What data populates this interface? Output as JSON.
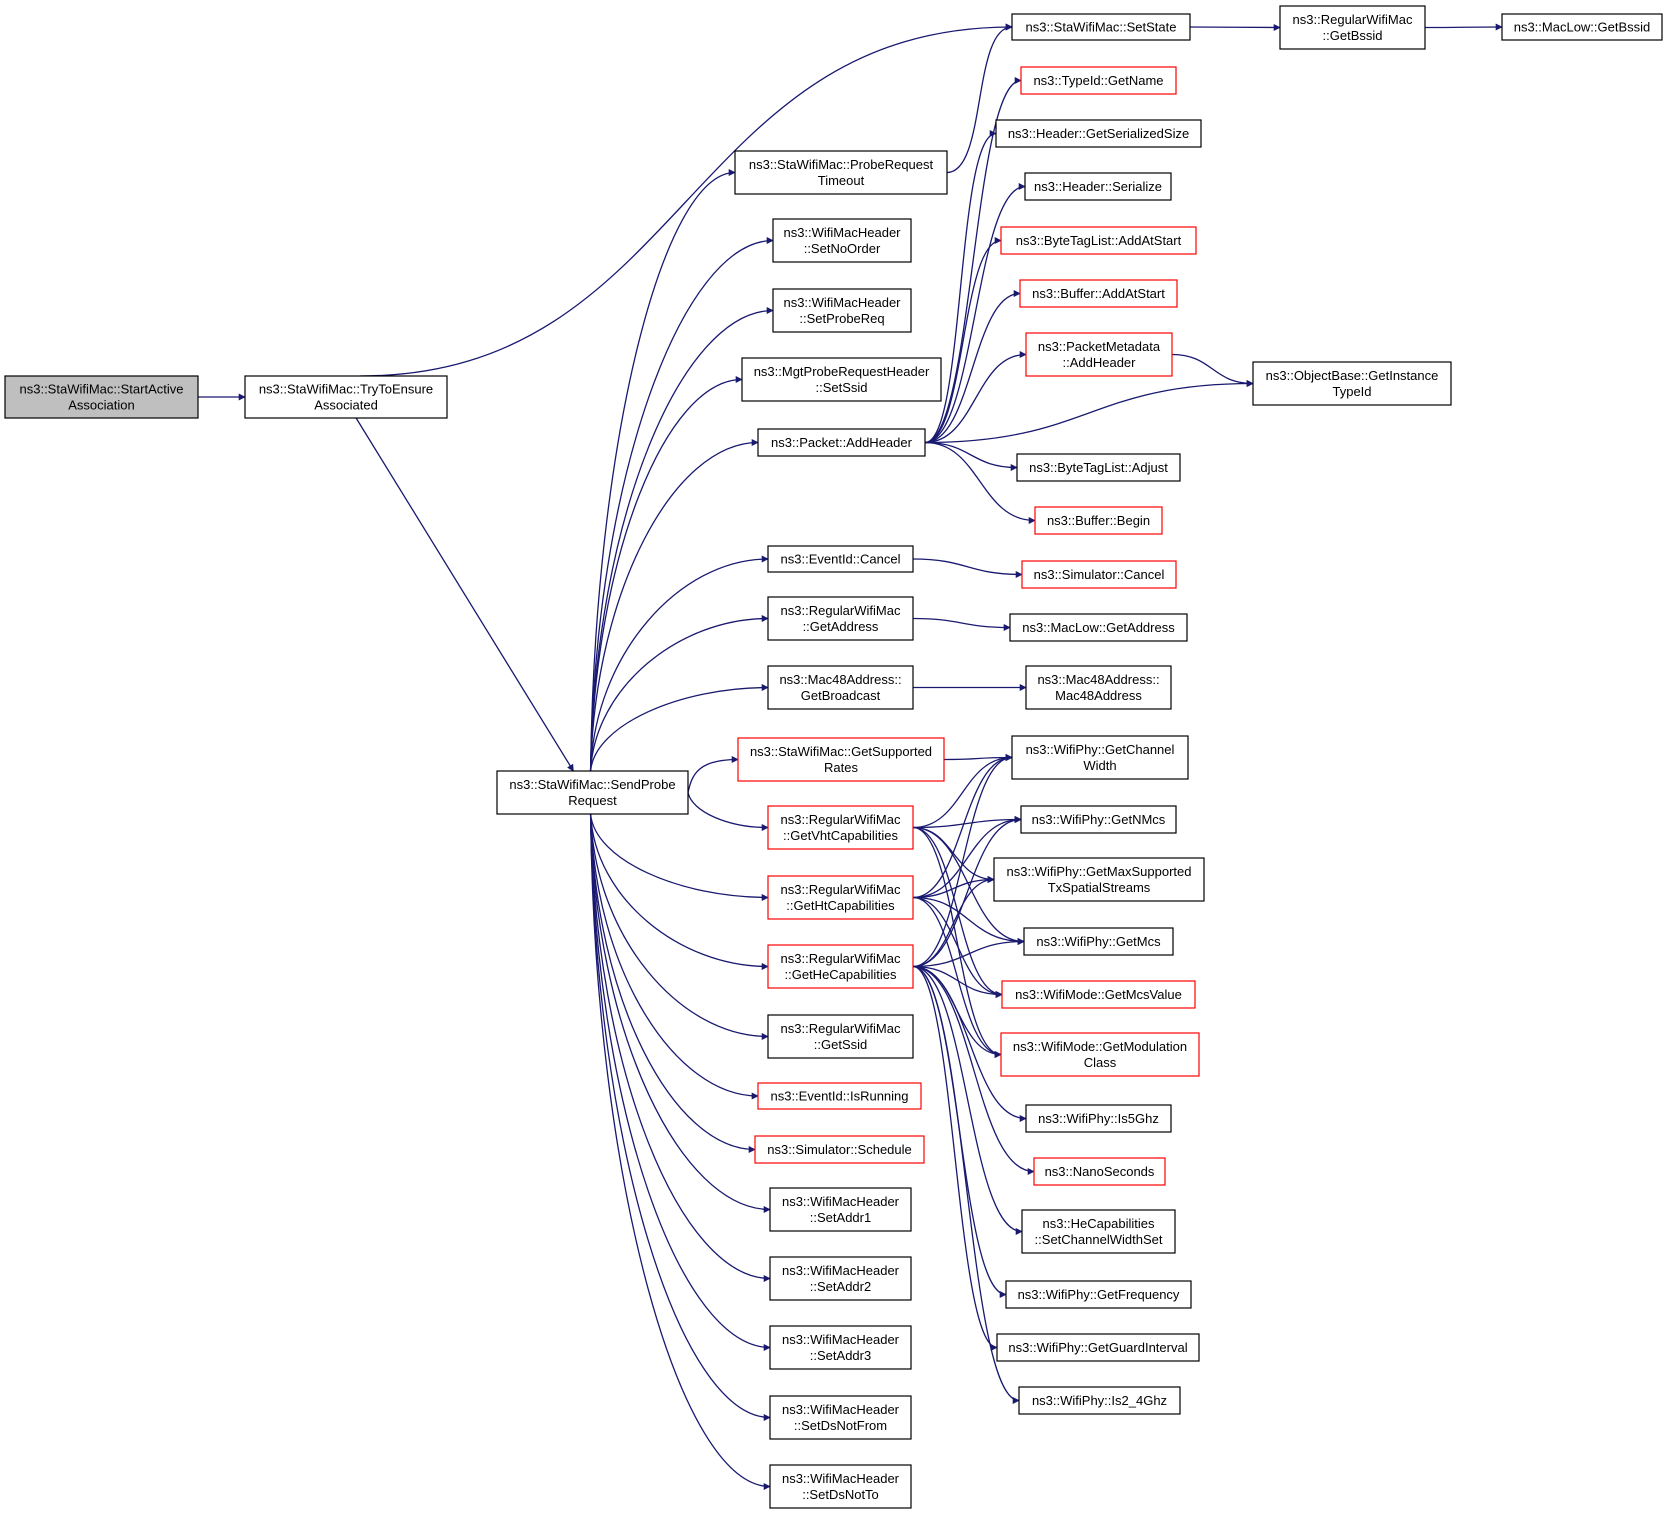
{
  "colors": {
    "edge": "#191970",
    "border_normal": "#000000",
    "border_truncated": "#ff0000",
    "root_fill": "#bfbfbf",
    "node_fill": "#ffffff"
  },
  "nodes": [
    {
      "id": "start",
      "lines": [
        "ns3::StaWifiMac::StartActive",
        "Association"
      ],
      "kind": "root"
    },
    {
      "id": "tryto",
      "lines": [
        "ns3::StaWifiMac::TryToEnsure",
        "Associated"
      ],
      "kind": "normal"
    },
    {
      "id": "sendprobe",
      "lines": [
        "ns3::StaWifiMac::SendProbe",
        "Request"
      ],
      "kind": "normal"
    },
    {
      "id": "setstate",
      "lines": [
        "ns3::StaWifiMac::SetState"
      ],
      "kind": "normal"
    },
    {
      "id": "rwm_getbssid",
      "lines": [
        "ns3::RegularWifiMac",
        "::GetBssid"
      ],
      "kind": "normal"
    },
    {
      "id": "maclow_getbssid",
      "lines": [
        "ns3::MacLow::GetBssid"
      ],
      "kind": "normal"
    },
    {
      "id": "probetimeout",
      "lines": [
        "ns3::StaWifiMac::ProbeRequest",
        "Timeout"
      ],
      "kind": "normal"
    },
    {
      "id": "setnoorder",
      "lines": [
        "ns3::WifiMacHeader",
        "::SetNoOrder"
      ],
      "kind": "normal"
    },
    {
      "id": "setprobereq",
      "lines": [
        "ns3::WifiMacHeader",
        "::SetProbeReq"
      ],
      "kind": "normal"
    },
    {
      "id": "setssid",
      "lines": [
        "ns3::MgtProbeRequestHeader",
        "::SetSsid"
      ],
      "kind": "normal"
    },
    {
      "id": "addheader",
      "lines": [
        "ns3::Packet::AddHeader"
      ],
      "kind": "normal"
    },
    {
      "id": "eventcancel",
      "lines": [
        "ns3::EventId::Cancel"
      ],
      "kind": "normal"
    },
    {
      "id": "rwm_getaddress",
      "lines": [
        "ns3::RegularWifiMac",
        "::GetAddress"
      ],
      "kind": "normal"
    },
    {
      "id": "getbroadcast",
      "lines": [
        "ns3::Mac48Address::",
        "GetBroadcast"
      ],
      "kind": "normal"
    },
    {
      "id": "getsupportedrates",
      "lines": [
        "ns3::StaWifiMac::GetSupported",
        "Rates"
      ],
      "kind": "truncated"
    },
    {
      "id": "getvht",
      "lines": [
        "ns3::RegularWifiMac",
        "::GetVhtCapabilities"
      ],
      "kind": "truncated"
    },
    {
      "id": "getht",
      "lines": [
        "ns3::RegularWifiMac",
        "::GetHtCapabilities"
      ],
      "kind": "truncated"
    },
    {
      "id": "gethe",
      "lines": [
        "ns3::RegularWifiMac",
        "::GetHeCapabilities"
      ],
      "kind": "truncated"
    },
    {
      "id": "rwm_getssid",
      "lines": [
        "ns3::RegularWifiMac",
        "::GetSsid"
      ],
      "kind": "normal"
    },
    {
      "id": "isrunning",
      "lines": [
        "ns3::EventId::IsRunning"
      ],
      "kind": "truncated"
    },
    {
      "id": "schedule",
      "lines": [
        "ns3::Simulator::Schedule"
      ],
      "kind": "truncated"
    },
    {
      "id": "setaddr1",
      "lines": [
        "ns3::WifiMacHeader",
        "::SetAddr1"
      ],
      "kind": "normal"
    },
    {
      "id": "setaddr2",
      "lines": [
        "ns3::WifiMacHeader",
        "::SetAddr2"
      ],
      "kind": "normal"
    },
    {
      "id": "setaddr3",
      "lines": [
        "ns3::WifiMacHeader",
        "::SetAddr3"
      ],
      "kind": "normal"
    },
    {
      "id": "setdsnotfrom",
      "lines": [
        "ns3::WifiMacHeader",
        "::SetDsNotFrom"
      ],
      "kind": "normal"
    },
    {
      "id": "setdsnotto",
      "lines": [
        "ns3::WifiMacHeader",
        "::SetDsNotTo"
      ],
      "kind": "normal"
    },
    {
      "id": "typeid_getname",
      "lines": [
        "ns3::TypeId::GetName"
      ],
      "kind": "truncated"
    },
    {
      "id": "hdr_getsersize",
      "lines": [
        "ns3::Header::GetSerializedSize"
      ],
      "kind": "normal"
    },
    {
      "id": "hdr_serialize",
      "lines": [
        "ns3::Header::Serialize"
      ],
      "kind": "normal"
    },
    {
      "id": "btl_addatstart",
      "lines": [
        "ns3::ByteTagList::AddAtStart"
      ],
      "kind": "truncated"
    },
    {
      "id": "buf_addatstart",
      "lines": [
        "ns3::Buffer::AddAtStart"
      ],
      "kind": "truncated"
    },
    {
      "id": "pm_addheader",
      "lines": [
        "ns3::PacketMetadata",
        "::AddHeader"
      ],
      "kind": "truncated"
    },
    {
      "id": "getinstancetypeid",
      "lines": [
        "ns3::ObjectBase::GetInstance",
        "TypeId"
      ],
      "kind": "normal"
    },
    {
      "id": "btl_adjust",
      "lines": [
        "ns3::ByteTagList::Adjust"
      ],
      "kind": "normal"
    },
    {
      "id": "buf_begin",
      "lines": [
        "ns3::Buffer::Begin"
      ],
      "kind": "truncated"
    },
    {
      "id": "sim_cancel",
      "lines": [
        "ns3::Simulator::Cancel"
      ],
      "kind": "truncated"
    },
    {
      "id": "maclow_getaddress",
      "lines": [
        "ns3::MacLow::GetAddress"
      ],
      "kind": "normal"
    },
    {
      "id": "mac48ctor",
      "lines": [
        "ns3::Mac48Address::",
        "Mac48Address"
      ],
      "kind": "normal"
    },
    {
      "id": "getchannelwidth",
      "lines": [
        "ns3::WifiPhy::GetChannel",
        "Width"
      ],
      "kind": "normal"
    },
    {
      "id": "getnmcs",
      "lines": [
        "ns3::WifiPhy::GetNMcs"
      ],
      "kind": "normal"
    },
    {
      "id": "getmaxss",
      "lines": [
        "ns3::WifiPhy::GetMaxSupported",
        "TxSpatialStreams"
      ],
      "kind": "normal"
    },
    {
      "id": "getmcs",
      "lines": [
        "ns3::WifiPhy::GetMcs"
      ],
      "kind": "normal"
    },
    {
      "id": "getmcsvalue",
      "lines": [
        "ns3::WifiMode::GetMcsValue"
      ],
      "kind": "truncated"
    },
    {
      "id": "getmodclass",
      "lines": [
        "ns3::WifiMode::GetModulation",
        "Class"
      ],
      "kind": "truncated"
    },
    {
      "id": "is5ghz",
      "lines": [
        "ns3::WifiPhy::Is5Ghz"
      ],
      "kind": "normal"
    },
    {
      "id": "nanoseconds",
      "lines": [
        "ns3::NanoSeconds"
      ],
      "kind": "truncated"
    },
    {
      "id": "setchwidthset",
      "lines": [
        "ns3::HeCapabilities",
        "::SetChannelWidthSet"
      ],
      "kind": "normal"
    },
    {
      "id": "getfrequency",
      "lines": [
        "ns3::WifiPhy::GetFrequency"
      ],
      "kind": "normal"
    },
    {
      "id": "getguardinterval",
      "lines": [
        "ns3::WifiPhy::GetGuardInterval"
      ],
      "kind": "normal"
    },
    {
      "id": "is2_4ghz",
      "lines": [
        "ns3::WifiPhy::Is2_4Ghz"
      ],
      "kind": "normal"
    }
  ],
  "edges": [
    [
      "start",
      "tryto"
    ],
    [
      "tryto",
      "setstate"
    ],
    [
      "tryto",
      "sendprobe"
    ],
    [
      "setstate",
      "rwm_getbssid"
    ],
    [
      "rwm_getbssid",
      "maclow_getbssid"
    ],
    [
      "probetimeout",
      "setstate"
    ],
    [
      "sendprobe",
      "probetimeout"
    ],
    [
      "sendprobe",
      "setnoorder"
    ],
    [
      "sendprobe",
      "setprobereq"
    ],
    [
      "sendprobe",
      "setssid"
    ],
    [
      "sendprobe",
      "addheader"
    ],
    [
      "sendprobe",
      "eventcancel"
    ],
    [
      "sendprobe",
      "rwm_getaddress"
    ],
    [
      "sendprobe",
      "getbroadcast"
    ],
    [
      "sendprobe",
      "getsupportedrates"
    ],
    [
      "sendprobe",
      "getvht"
    ],
    [
      "sendprobe",
      "getht"
    ],
    [
      "sendprobe",
      "gethe"
    ],
    [
      "sendprobe",
      "rwm_getssid"
    ],
    [
      "sendprobe",
      "isrunning"
    ],
    [
      "sendprobe",
      "schedule"
    ],
    [
      "sendprobe",
      "setaddr1"
    ],
    [
      "sendprobe",
      "setaddr2"
    ],
    [
      "sendprobe",
      "setaddr3"
    ],
    [
      "sendprobe",
      "setdsnotfrom"
    ],
    [
      "sendprobe",
      "setdsnotto"
    ],
    [
      "addheader",
      "typeid_getname"
    ],
    [
      "addheader",
      "hdr_getsersize"
    ],
    [
      "addheader",
      "hdr_serialize"
    ],
    [
      "addheader",
      "btl_addatstart"
    ],
    [
      "addheader",
      "buf_addatstart"
    ],
    [
      "addheader",
      "pm_addheader"
    ],
    [
      "addheader",
      "getinstancetypeid"
    ],
    [
      "addheader",
      "btl_adjust"
    ],
    [
      "addheader",
      "buf_begin"
    ],
    [
      "pm_addheader",
      "getinstancetypeid"
    ],
    [
      "eventcancel",
      "sim_cancel"
    ],
    [
      "rwm_getaddress",
      "maclow_getaddress"
    ],
    [
      "getbroadcast",
      "mac48ctor"
    ],
    [
      "getsupportedrates",
      "getchannelwidth"
    ],
    [
      "getvht",
      "getchannelwidth"
    ],
    [
      "getvht",
      "getnmcs"
    ],
    [
      "getvht",
      "getmaxss"
    ],
    [
      "getvht",
      "getmcs"
    ],
    [
      "getvht",
      "getmcsvalue"
    ],
    [
      "getvht",
      "getmodclass"
    ],
    [
      "getht",
      "getchannelwidth"
    ],
    [
      "getht",
      "getnmcs"
    ],
    [
      "getht",
      "getmaxss"
    ],
    [
      "getht",
      "getmcs"
    ],
    [
      "getht",
      "getmcsvalue"
    ],
    [
      "getht",
      "getmodclass"
    ],
    [
      "gethe",
      "getchannelwidth"
    ],
    [
      "gethe",
      "getnmcs"
    ],
    [
      "gethe",
      "getmaxss"
    ],
    [
      "gethe",
      "getmcs"
    ],
    [
      "gethe",
      "getmcsvalue"
    ],
    [
      "gethe",
      "getmodclass"
    ],
    [
      "gethe",
      "is5ghz"
    ],
    [
      "gethe",
      "nanoseconds"
    ],
    [
      "gethe",
      "setchwidthset"
    ],
    [
      "gethe",
      "getfrequency"
    ],
    [
      "gethe",
      "getguardinterval"
    ],
    [
      "gethe",
      "is2_4ghz"
    ]
  ]
}
